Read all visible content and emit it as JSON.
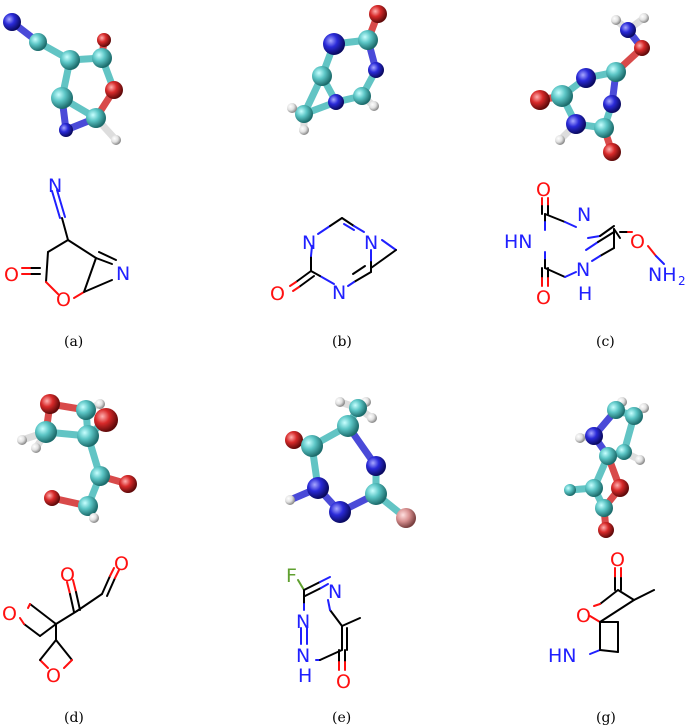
{
  "panels": [
    {
      "caption": "(a)",
      "labels": {
        "n1": "N",
        "o1": "O",
        "o2": "O",
        "n2": "N"
      }
    },
    {
      "caption": "(b)",
      "labels": {
        "n1": "N",
        "n2": "N",
        "n3": "N",
        "o1": "O"
      }
    },
    {
      "caption": "(c)",
      "labels": {
        "o1": "O",
        "n1": "N",
        "hn1": "HN",
        "o2": "O",
        "n2": "N",
        "o3": "O",
        "h": "H",
        "nh2": "NH",
        "sub2": "2"
      }
    },
    {
      "caption": "(d)",
      "labels": {
        "o1": "O",
        "o2": "O",
        "o3": "O",
        "o4": "O"
      }
    },
    {
      "caption": "(e)",
      "labels": {
        "f": "F",
        "n1": "N",
        "n2": "N",
        "n3": "N",
        "h": "H",
        "o1": "O"
      }
    },
    {
      "caption": "(g)",
      "labels": {
        "o1": "O",
        "o2": "O",
        "hn": "HN"
      }
    }
  ],
  "colors": {
    "carbon": "#62c4c4",
    "nitrogen": "#2a2ad8",
    "oxygen": "#d82a2a",
    "hydrogen": "#e8e8e8",
    "fluorine": "#d89090"
  }
}
